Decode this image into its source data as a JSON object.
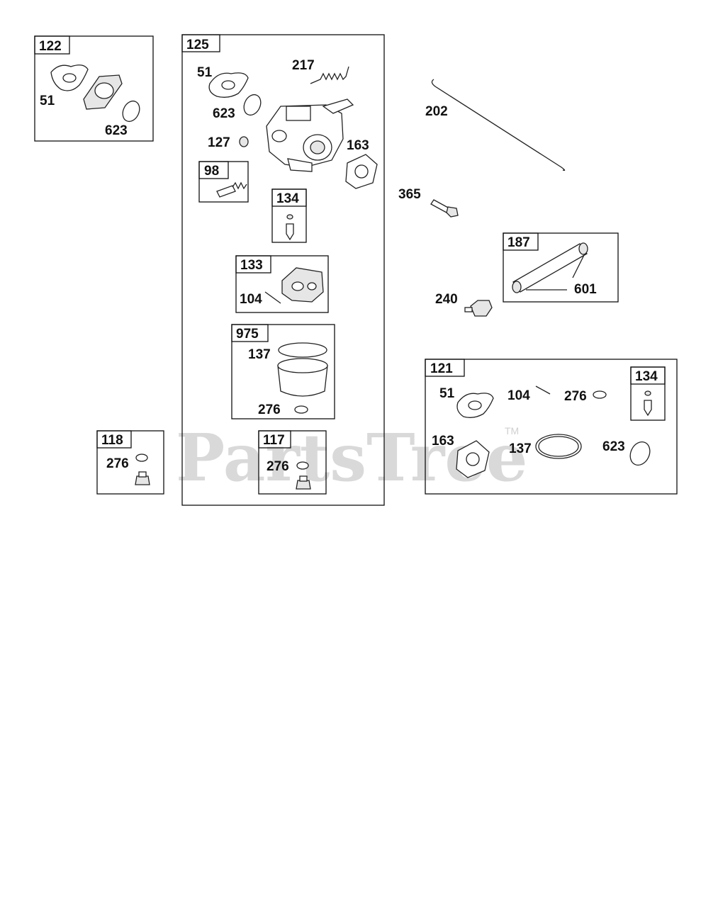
{
  "watermark": {
    "brand": "PartsTree",
    "tm": "TM"
  },
  "assemblies": {
    "a122": {
      "id": "122",
      "labels": [
        "51",
        "623"
      ]
    },
    "a125": {
      "id": "125",
      "labels": [
        "51",
        "623",
        "217",
        "127",
        "163"
      ]
    },
    "a98": {
      "id": "98"
    },
    "a134": {
      "id": "134"
    },
    "a133": {
      "id": "133",
      "labels": [
        "104"
      ]
    },
    "a975": {
      "id": "975",
      "labels": [
        "137",
        "276"
      ]
    },
    "a117": {
      "id": "117",
      "labels": [
        "276"
      ]
    },
    "a118": {
      "id": "118",
      "labels": [
        "276"
      ]
    },
    "a187": {
      "id": "187",
      "labels": [
        "601"
      ]
    },
    "a121": {
      "id": "121",
      "labels": [
        "51",
        "104",
        "276",
        "163",
        "137",
        "623"
      ]
    },
    "a121_134": {
      "id": "134"
    }
  },
  "loose_parts": {
    "p202": "202",
    "p365": "365",
    "p240": "240"
  }
}
